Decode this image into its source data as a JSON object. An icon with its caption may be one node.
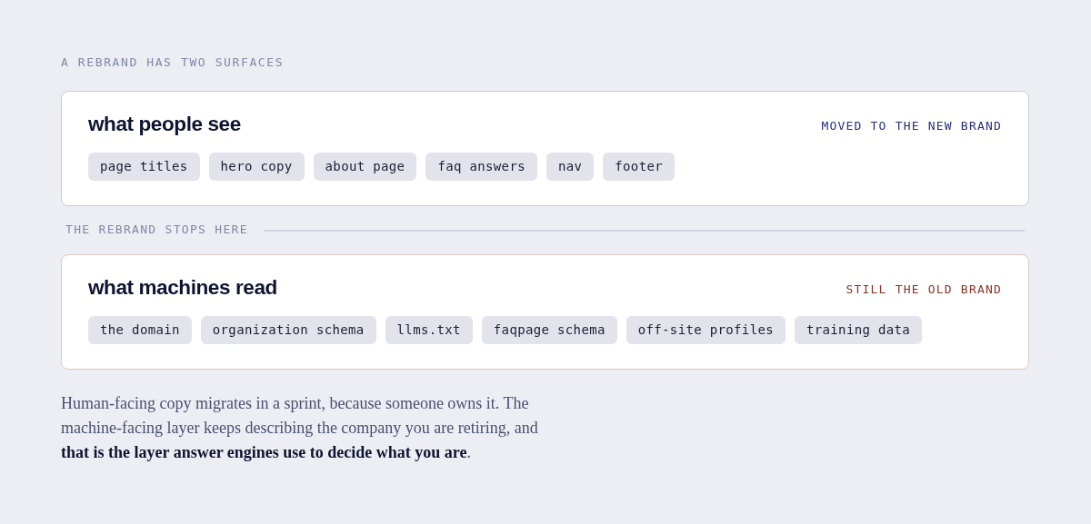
{
  "diagram": {
    "title": "A REBRAND HAS TWO SURFACES",
    "nodes": [
      {
        "text": [
          "what people see",
          "MOVED TO THE NEW BRAND"
        ]
      },
      {
        "text": [
          "page titles"
        ],
        "in": 0
      },
      {
        "text": [
          "hero copy"
        ],
        "in": 0
      },
      {
        "text": [
          "about page"
        ],
        "in": 0
      },
      {
        "text": [
          "faq answers"
        ],
        "in": 0
      },
      {
        "text": [
          "nav"
        ],
        "in": 0
      },
      {
        "text": [
          "footer"
        ],
        "in": 0
      },
      {
        "text": [
          "what machines read",
          "STILL THE OLD BRAND"
        ]
      },
      {
        "text": [
          "the domain"
        ],
        "in": 7
      },
      {
        "text": [
          "organization schema"
        ],
        "in": 7
      },
      {
        "text": [
          "llms.txt"
        ],
        "in": 7
      },
      {
        "text": [
          "faqpage schema"
        ],
        "in": 7
      },
      {
        "text": [
          "off-site profiles"
        ],
        "in": 7
      },
      {
        "text": [
          "training data"
        ],
        "in": 7
      }
    ],
    "labels": [
      "THE REBRAND STOPS HERE"
    ],
    "caption": "Human-facing copy migrates in a sprint, because someone owns it. The machine-facing layer keeps describing the company you are retiring, and **that is the layer answer engines use to decide what you are**."
  }
}
